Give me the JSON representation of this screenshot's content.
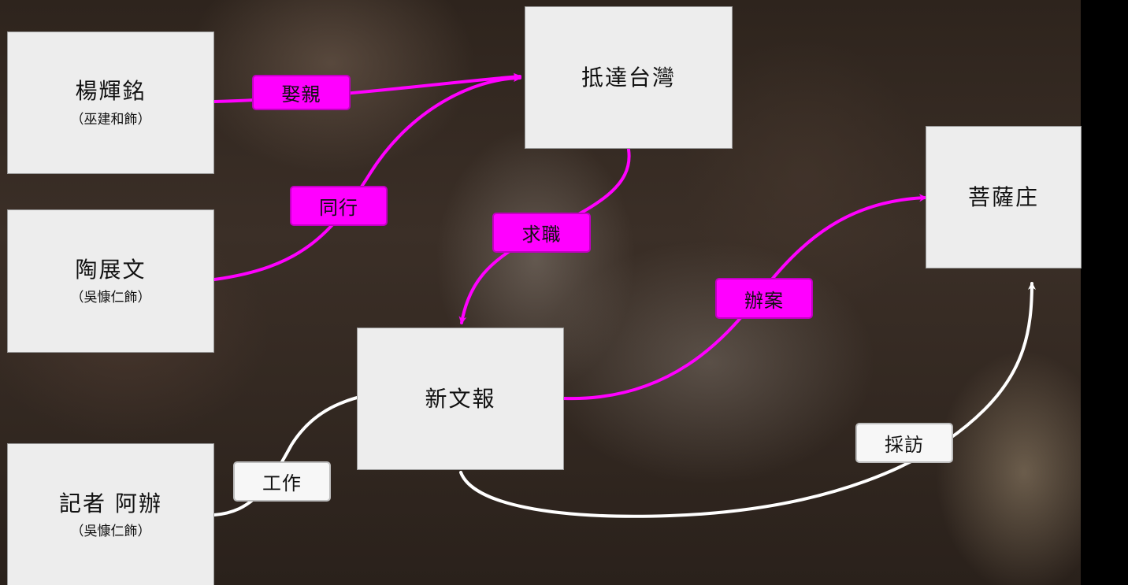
{
  "colors": {
    "pink": "#ff00ff",
    "white": "#ffffff",
    "node_bg": "#ededed"
  },
  "nodes": {
    "yang": {
      "name": "楊輝銘",
      "sub": "（巫建和飾）"
    },
    "tao": {
      "name": "陶展文",
      "sub": "（吳慷仁飾）"
    },
    "reporter": {
      "name": "記者 阿辦",
      "sub": "（吳慷仁飾）"
    },
    "arrive": {
      "name": "抵達台灣"
    },
    "newspaper": {
      "name": "新文報"
    },
    "village": {
      "name": "菩薩庄"
    }
  },
  "edges": {
    "marry": "娶親",
    "together": "同行",
    "job": "求職",
    "case": "辦案",
    "work": "工作",
    "interview": "採訪"
  }
}
